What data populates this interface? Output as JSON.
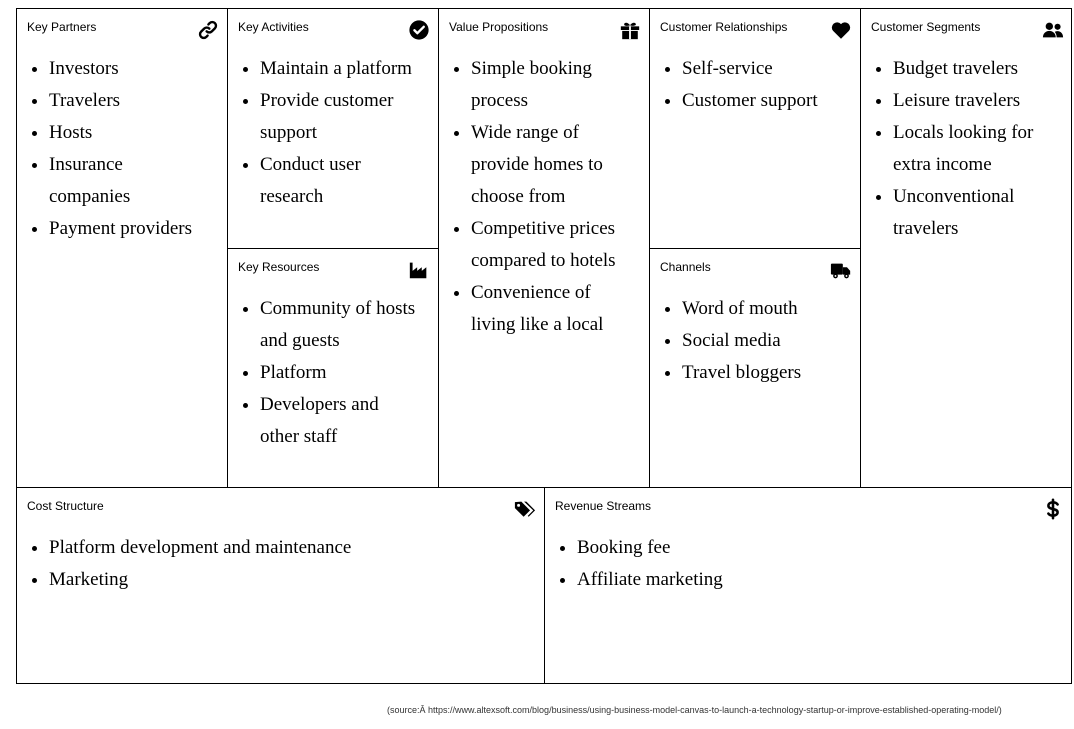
{
  "blocks": {
    "key_partners": {
      "title": "Key Partners",
      "icon": "link-icon",
      "items": [
        "Investors",
        "Travelers",
        "Hosts",
        "Insurance companies",
        "Payment providers"
      ]
    },
    "key_activities": {
      "title": "Key Activities",
      "icon": "check-circle-icon",
      "items": [
        "Maintain a platform",
        "Provide customer support",
        "Conduct user research"
      ]
    },
    "key_resources": {
      "title": "Key Resources",
      "icon": "factory-icon",
      "items": [
        "Community of hosts and guests",
        "Platform",
        "Developers and other staff"
      ]
    },
    "value_propositions": {
      "title": "Value Propositions",
      "icon": "gift-icon",
      "items": [
        "Simple booking process",
        "Wide range of provide homes to choose from",
        "Competitive prices compared to hotels",
        "Convenience of living like a local"
      ]
    },
    "customer_relationships": {
      "title": "Customer Relationships",
      "icon": "heart-icon",
      "items": [
        "Self-service",
        "Customer support"
      ]
    },
    "channels": {
      "title": "Channels",
      "icon": "truck-icon",
      "items": [
        "Word of mouth",
        "Social media",
        "Travel bloggers"
      ]
    },
    "customer_segments": {
      "title": "Customer Segments",
      "icon": "users-icon",
      "items": [
        "Budget travelers",
        "Leisure travelers",
        "Locals looking for extra income",
        "Unconventional travelers"
      ]
    },
    "cost_structure": {
      "title": "Cost Structure",
      "icon": "tags-icon",
      "items": [
        "Platform development and maintenance",
        "Marketing"
      ]
    },
    "revenue_streams": {
      "title": "Revenue Streams",
      "icon": "dollar-icon",
      "items": [
        "Booking fee",
        "Affiliate marketing"
      ]
    }
  },
  "source": "(source:Â https://www.altexsoft.com/blog/business/using-business-model-canvas-to-launch-a-technology-startup-or-improve-established-operating-model/)"
}
